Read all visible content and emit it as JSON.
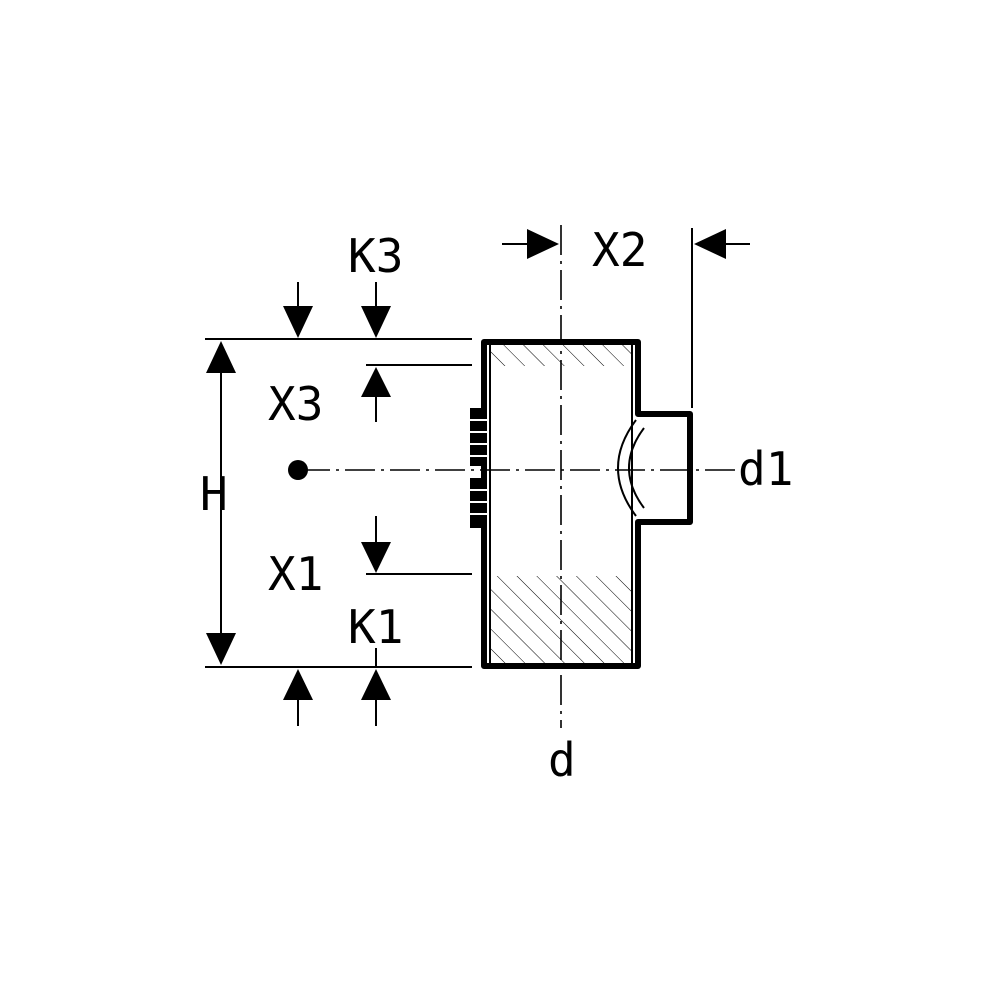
{
  "labels": {
    "k3": "K3",
    "x2": "X2",
    "x3": "X3",
    "h": "H",
    "d1": "d1",
    "x1": "X1",
    "k1": "K1",
    "d": "d"
  }
}
